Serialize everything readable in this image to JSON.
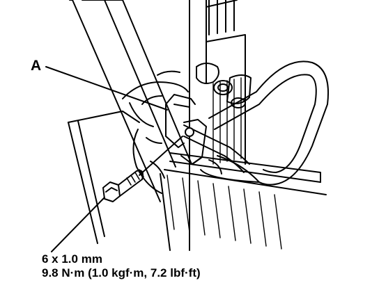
{
  "diagram": {
    "callout_label": "A",
    "bolt_spec": {
      "size": "6 x 1.0 mm",
      "torque": "9.8 N·m (1.0 kgf·m, 7.2 lbf·ft)"
    }
  }
}
